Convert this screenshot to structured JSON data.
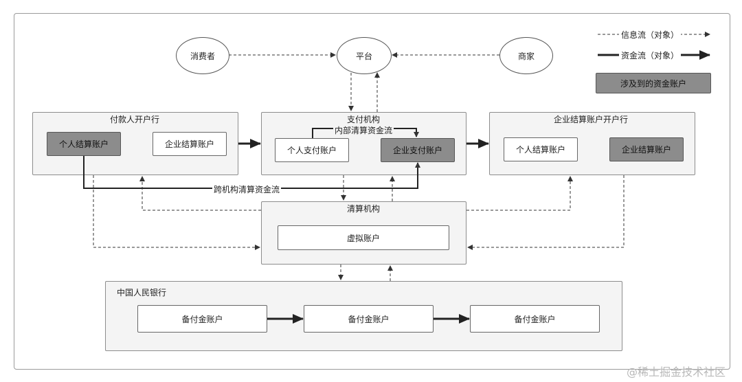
{
  "actors": {
    "consumer": "消费者",
    "platform": "平台",
    "merchant": "商家"
  },
  "legend": {
    "info_flow": "信息流（对象）",
    "fund_flow": "资金流（对象）",
    "involved_account": "涉及到的资金账户"
  },
  "payer_bank": {
    "title": "付款人开户行",
    "personal_settlement": "个人结算账户",
    "corporate_settlement": "企业结算账户"
  },
  "payment_institution": {
    "title": "支付机构",
    "internal_flow": "内部清算资金流",
    "personal_payment": "个人支付账户",
    "corporate_payment": "企业支付账户"
  },
  "corp_bank": {
    "title": "企业结算账户开户行",
    "personal_settlement": "个人结算账户",
    "corporate_settlement": "企业结算账户"
  },
  "cross_flow": "跨机构清算资金流",
  "clearing": {
    "title": "清算机构",
    "virtual_account": "虚拟账户"
  },
  "pboc": {
    "title": "中国人民银行",
    "reserve_1": "备付金账户",
    "reserve_2": "备付金账户",
    "reserve_3": "备付金账户"
  },
  "watermark": "@稀土掘金技术社区",
  "colors": {
    "dark_box": "#8c8c8c",
    "group_bg": "#f4f4f4",
    "line": "#333333"
  }
}
